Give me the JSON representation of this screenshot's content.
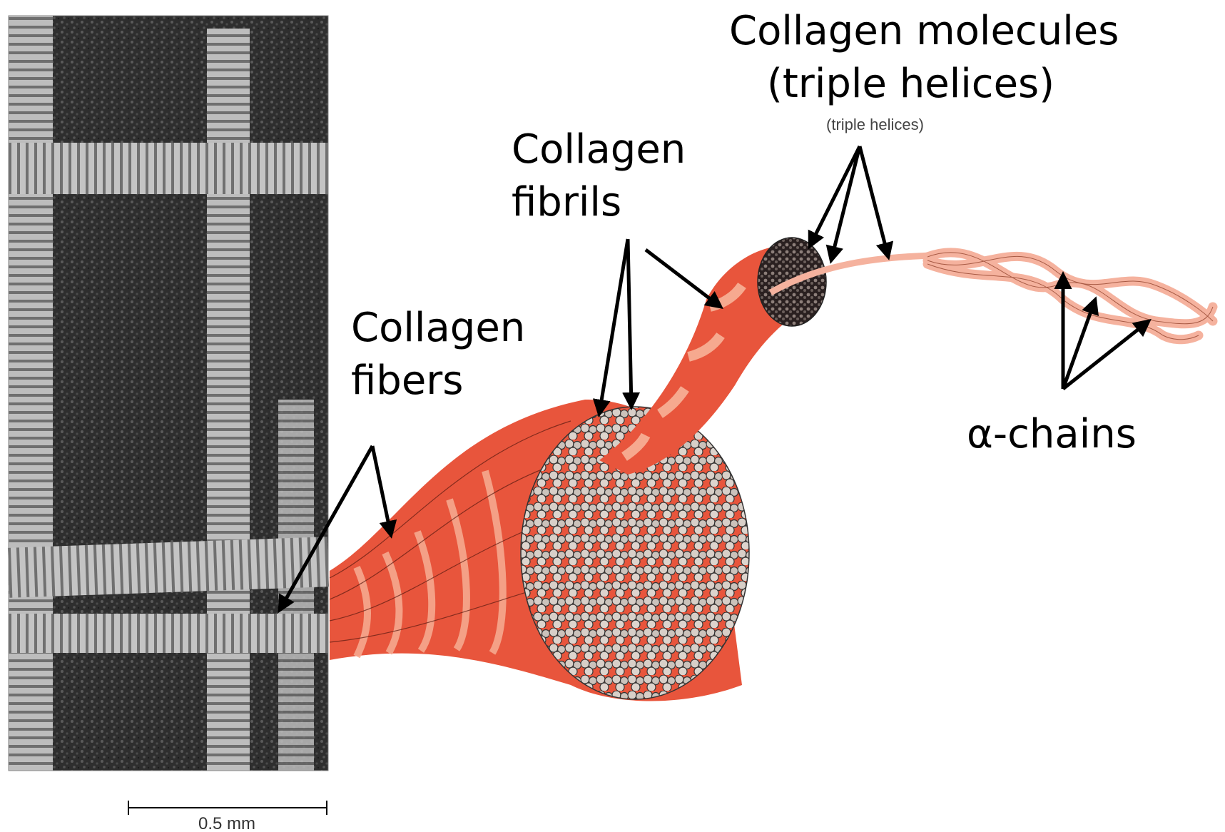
{
  "labels": {
    "fibers_line1": "Collagen",
    "fibers_line2": "fibers",
    "fibrils_line1": "Collagen",
    "fibrils_line2": "fibrils",
    "molecules_line1": "Collagen molecules",
    "molecules_line2": "(triple helices)",
    "molecules_small": "(triple helices)",
    "alpha_chains": "α-chains"
  },
  "scale_bar": {
    "label": "0.5 mm"
  },
  "colors": {
    "fiber_dark": "#e8553c",
    "fiber_light": "#f6a98f",
    "helix": "#f5b29e",
    "bundle": "#c9bfb8",
    "micrograph_bg": "#2f2f2f",
    "micrograph_fiber": "#b9b9b9"
  }
}
